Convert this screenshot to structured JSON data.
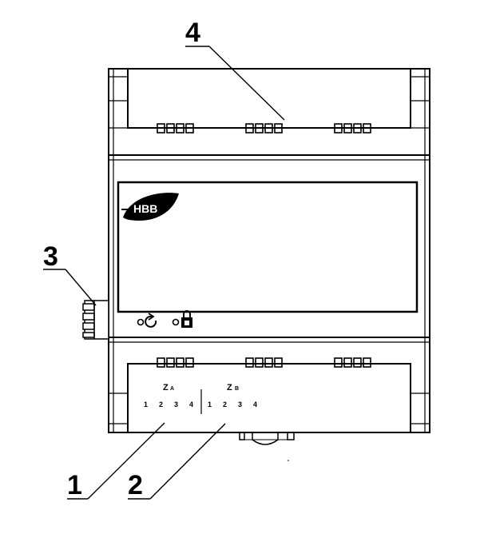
{
  "callouts": {
    "label_1": "1",
    "label_2": "2",
    "label_3": "3",
    "label_4": "4"
  },
  "logo": {
    "text": "HBB"
  },
  "zones": {
    "zone_a": {
      "prefix": "Z",
      "suffix": "A",
      "terminals": [
        "1",
        "2",
        "3",
        "4"
      ]
    },
    "zone_b": {
      "prefix": "Z",
      "suffix": "B",
      "terminals": [
        "1",
        "2",
        "3",
        "4"
      ]
    }
  },
  "icons": {
    "reset": "reset-icon",
    "lock": "lock-icon"
  },
  "colors": {
    "line": "#000000",
    "background": "#ffffff"
  }
}
